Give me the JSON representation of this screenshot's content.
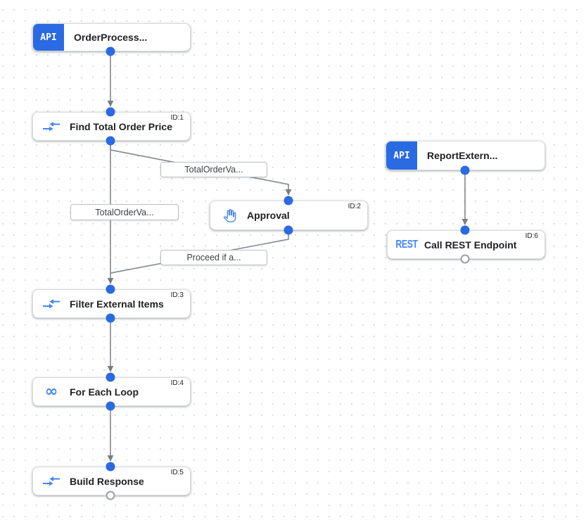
{
  "nodes": {
    "order_trigger": {
      "title": "OrderProcess..."
    },
    "find_total": {
      "title": "Find Total Order Price",
      "id": "ID:1"
    },
    "approval": {
      "title": "Approval",
      "id": "ID:2"
    },
    "filter_items": {
      "title": "Filter External Items",
      "id": "ID:3"
    },
    "for_each": {
      "title": "For Each Loop",
      "id": "ID:4"
    },
    "build_response": {
      "title": "Build Response",
      "id": "ID:5"
    },
    "report_trigger": {
      "title": "ReportExtern..."
    },
    "call_rest": {
      "title": "Call REST Endpoint",
      "id": "ID:6"
    }
  },
  "badges": {
    "api": "API",
    "rest": "REST",
    "infinity": "∞"
  },
  "edge_labels": {
    "to_approval": "TotalOrderVa...",
    "to_filter": "TotalOrderVa...",
    "from_approval": "Proceed if a..."
  },
  "colors": {
    "accent_blue": "#2a6ae2",
    "icon_blue": "#4285f4",
    "edge_gray": "#8a8f95",
    "node_border": "#dadce0",
    "grid_dot": "#dcdee1",
    "title_text": "#202124"
  }
}
